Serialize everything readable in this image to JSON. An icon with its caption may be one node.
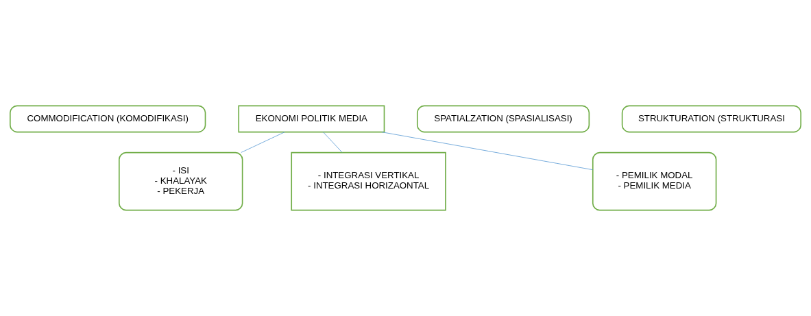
{
  "diagram": {
    "nodes": [
      {
        "text": [
          "EKONOMI POLITIK MEDIA"
        ]
      },
      {
        "text": [
          "COMMODIFICATION (KOMODIFIKASI)"
        ]
      },
      {
        "text": [
          "SPATIALZATION (SPASIALISASI)"
        ]
      },
      {
        "text": [
          "STRUKTURATION (STRUKTURASI"
        ]
      },
      {
        "text": [
          "- ISI",
          "- KHALAYAK",
          "- PEKERJA"
        ]
      },
      {
        "text": [
          "- INTEGRASI VERTIKAL",
          "- INTEGRASI HORIZAONTAL"
        ]
      },
      {
        "text": [
          "- PEMILIK MODAL",
          "- PEMILIK MEDIA"
        ]
      }
    ],
    "edges": [
      {
        "from": 0,
        "to": 4,
        "arrow": "none"
      },
      {
        "from": 0,
        "to": 5,
        "arrow": "none"
      },
      {
        "from": 0,
        "to": 6,
        "arrow": "none"
      }
    ]
  }
}
